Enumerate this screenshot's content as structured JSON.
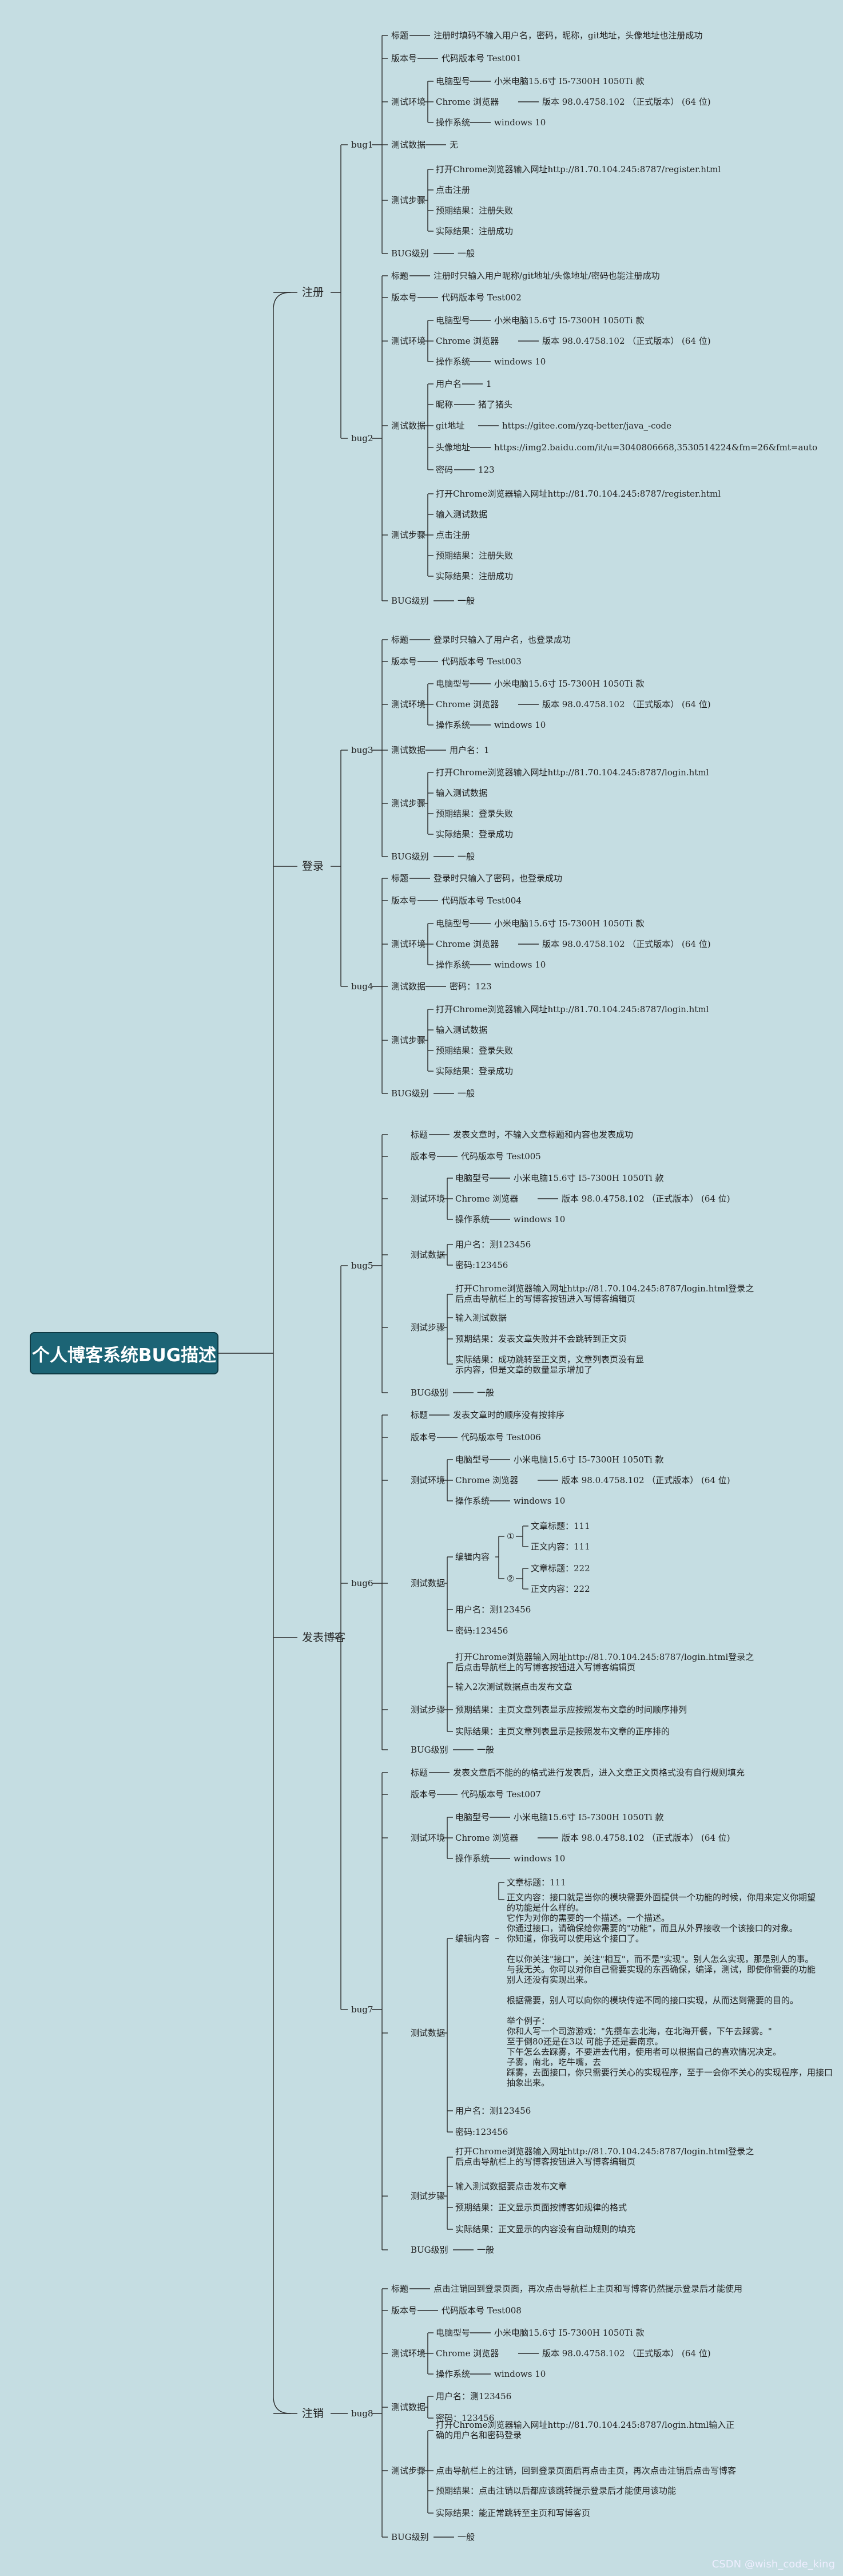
{
  "root": "个人博客系统BUG描述",
  "watermark": "CSDN @wish_code_king",
  "common": {
    "title": "标题",
    "version": "版本号",
    "env": "测试环境",
    "data": "测试数据",
    "steps": "测试步骤",
    "level": "BUG级别",
    "model": "电脑型号",
    "model_val": "小米电脑15.6寸 I5-7300H  1050Ti 款",
    "browser": "Chrome 浏览器",
    "browser_val": "版本 98.0.4758.102 （正式版本）  (64 位)",
    "os": "操作系统",
    "os_val": "windows 10",
    "level_val": "一般"
  },
  "sections": [
    {
      "label": "注册"
    },
    {
      "label": "登录"
    },
    {
      "label": "发表博客"
    },
    {
      "label": "注销"
    }
  ],
  "bugs": [
    {
      "label": "bug1",
      "title": "注册时填码不输入用户名，密码，昵称，git地址，头像地址也注册成功",
      "version": "代码版本号 Test001",
      "data": "无",
      "steps": [
        "打开Chrome浏览器输入网址http://81.70.104.245:8787/register.html",
        "点击注册",
        "预期结果：注册失败",
        "实际结果：注册成功"
      ]
    },
    {
      "label": "bug2",
      "title": "注册时只输入用户昵称/git地址/头像地址/密码也能注册成功",
      "version": "代码版本号 Test002",
      "fields": [
        [
          "用户名",
          "1"
        ],
        [
          "昵称",
          "猪了猪头"
        ],
        [
          "git地址",
          "https://gitee.com/yzq-better/java_-code"
        ],
        [
          "头像地址",
          "https://img2.baidu.com/it/u=3040806668,3530514224&fm=26&fmt=auto"
        ],
        [
          "密码",
          "123"
        ]
      ],
      "steps": [
        "打开Chrome浏览器输入网址http://81.70.104.245:8787/register.html",
        "输入测试数据",
        "点击注册",
        "预期结果：注册失败",
        "实际结果：注册成功"
      ]
    },
    {
      "label": "bug3",
      "title": "登录时只输入了用户名，也登录成功",
      "version": "代码版本号 Test003",
      "data": "用户名：1",
      "steps": [
        "打开Chrome浏览器输入网址http://81.70.104.245:8787/login.html",
        "输入测试数据",
        "预期结果：登录失败",
        "实际结果：登录成功"
      ]
    },
    {
      "label": "bug4",
      "title": "登录时只输入了密码，也登录成功",
      "version": "代码版本号 Test004",
      "data": "密码：123",
      "steps": [
        "打开Chrome浏览器输入网址http://81.70.104.245:8787/login.html",
        "输入测试数据",
        "预期结果：登录失败",
        "实际结果：登录成功"
      ]
    },
    {
      "label": "bug5",
      "title": "发表文章时，不输入文章标题和内容也发表成功",
      "version": "代码版本号 Test005",
      "data": [
        "用户名：测123456",
        "密码:123456"
      ],
      "steps": [
        "打开Chrome浏览器输入网址http://81.70.104.245:8787/login.html登录之后点击导航栏上的写博客按钮进入写博客编辑页",
        "输入测试数据",
        "预期结果：发表文章失败并不会跳转到正文页",
        "实际结果：成功跳转至正文页，文章列表页没有显示内容，但是文章的数量显示增加了"
      ]
    },
    {
      "label": "bug6",
      "title": "发表文章时的顺序没有按排序",
      "version": "代码版本号 Test006",
      "edit_label": "编辑内容",
      "articles": [
        {
          "num": "①",
          "t": "文章标题：111",
          "c": "正文内容：111"
        },
        {
          "num": "②",
          "t": "文章标题：222",
          "c": "正文内容：222"
        }
      ],
      "data": [
        "用户名：测123456",
        "密码:123456"
      ],
      "steps": [
        "打开Chrome浏览器输入网址http://81.70.104.245:8787/login.html登录之后点击导航栏上的写博客按钮进入写博客编辑页",
        "输入2次测试数据点击发布文章",
        "预期结果：主页文章列表显示应按照发布文章的时间顺序排列",
        "实际结果：主页文章列表显示是按照发布文章的正序排的"
      ]
    },
    {
      "label": "bug7",
      "title": "发表文章后不能的的格式进行发表后，进入文章正文页格式没有自行规则填充",
      "version": "代码版本号 Test007",
      "edit_label": "编辑内容",
      "art_title": "文章标题：111",
      "art_body": [
        "正文内容：接口就是当你的模块需要外面提供一个功能的时候，你用来定义你期望",
        "的功能是什么样的。",
        "它作为对你的需要的一个描述。一个描述。",
        "你通过接口，请确保给你需要的\"功能\"，而且从外界接收一个该接口的对象。",
        "你知道，你我可以使用这个接口了。",
        "",
        "在以你关注\"接口\"，关注\"相互\"，而不是\"实现\"。别人怎么实现，那是别人的事。",
        "与我无关。你可以对你自己需要实现的东西确保，编译，测试，即使你需要的功能",
        "别人还没有实现出来。",
        "",
        "根据需要，别人可以向你的模块传递不同的接口实现，从而达到需要的目的。",
        "",
        "举个例子：",
        "你和人写一个司游游戏：\"先攒车去北海，在北海开餐，下午去踩雾。\"",
        "至于倒80还是在3以 可能子还是要南京。",
        "下午怎么去踩雾，不要进去代用，使用者可以根据自己的喜欢情况决定。",
        "子雾，南北，吃牛嘴，去",
        "踩雾，去面接口，你只需要行关心的实现程序，至于一会你不关心的实现程序，用接口",
        "抽象出来。"
      ],
      "data": [
        "用户名：测123456",
        "密码:123456"
      ],
      "steps": [
        "打开Chrome浏览器输入网址http://81.70.104.245:8787/login.html登录之后点击导航栏上的写博客按钮进入写博客编辑页",
        "输入测试数据要点击发布文章",
        "预期结果：正文显示页面按博客如规律的格式",
        "实际结果：正文显示的内容没有自动规则的填充"
      ]
    },
    {
      "label": "bug8",
      "title": "点击注销回到登录页面，再次点击导航栏上主页和写博客仍然提示登录后才能使用",
      "version": "代码版本号 Test008",
      "data": [
        "用户名：测123456",
        "密码：123456"
      ],
      "steps": [
        "打开Chrome浏览器输入网址http://81.70.104.245:8787/login.html输入正确的用户名和密码登录",
        "点击导航栏上的注销，回到登录页面后再点击主页，再次点击注销后点击写博客",
        "预期结果：点击注销以后都应该跳转提示登录后才能使用该功能",
        "实际结果：能正常跳转至主页和写博客页"
      ]
    }
  ]
}
